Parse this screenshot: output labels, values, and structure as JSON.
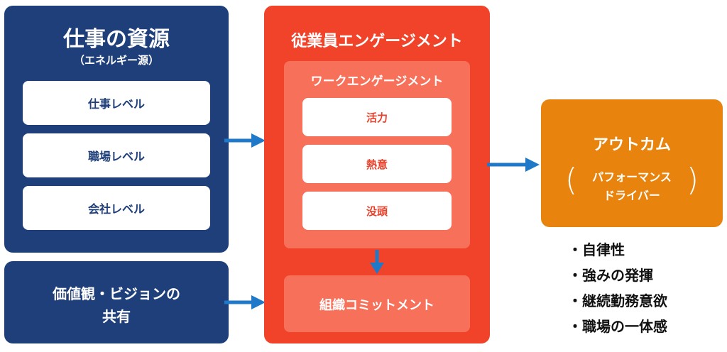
{
  "resources": {
    "title": "仕事の資源",
    "subtitle": "（エネルギー源）",
    "items": [
      "仕事レベル",
      "職場レベル",
      "会社レベル"
    ]
  },
  "values": {
    "line1": "価値観・ビジョンの",
    "line2": "共有"
  },
  "engagement": {
    "title": "従業員エンゲージメント",
    "work": {
      "title": "ワークエンゲージメント",
      "items": [
        "活力",
        "熱意",
        "没頭"
      ]
    },
    "commitment": "組織コミットメント"
  },
  "outcome": {
    "title": "アウトカム",
    "paren_open": "(",
    "paren_close": ")",
    "sub1": "パフォーマンス",
    "sub2": "ドライバー",
    "bullets": [
      "・自律性",
      "・強みの発揮",
      "・継続勤務意欲",
      "・職場の一体感"
    ]
  },
  "colors": {
    "navy": "#1e3f7a",
    "red": "#f0432a",
    "red_inner": "#f6705a",
    "orange": "#e8840e",
    "arrow": "#1f78c8"
  }
}
